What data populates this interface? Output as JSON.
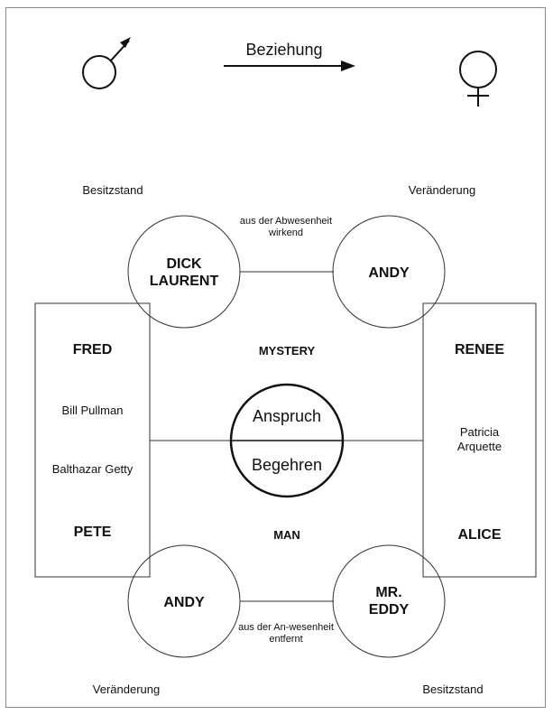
{
  "header": {
    "relation_label": "Beziehung",
    "male_symbol_icon": "mars-symbol-icon",
    "female_symbol_icon": "venus-symbol-icon"
  },
  "corners": {
    "top_left": "Besitzstand",
    "top_right": "Veränderung",
    "bottom_left": "Veränderung",
    "bottom_right": "Besitzstand"
  },
  "circles": {
    "top_left": "DICK LAURENT",
    "top_right": "ANDY",
    "bottom_left": "ANDY",
    "bottom_right": "MR. EDDY"
  },
  "links": {
    "top": "aus der Abwesenheit wirkend",
    "bottom": "aus der An-wesenheit entfernt"
  },
  "left_box": {
    "name_top": "FRED",
    "actor_top": "Bill Pullman",
    "actor_bottom": "Balthazar Getty",
    "name_bottom": "PETE"
  },
  "right_box": {
    "name_top": "RENEE",
    "actor": "Patricia Arquette",
    "name_bottom": "ALICE"
  },
  "center": {
    "top_word": "MYSTERY",
    "bottom_word": "MAN",
    "upper_half": "Anspruch",
    "lower_half": "Begehren"
  }
}
